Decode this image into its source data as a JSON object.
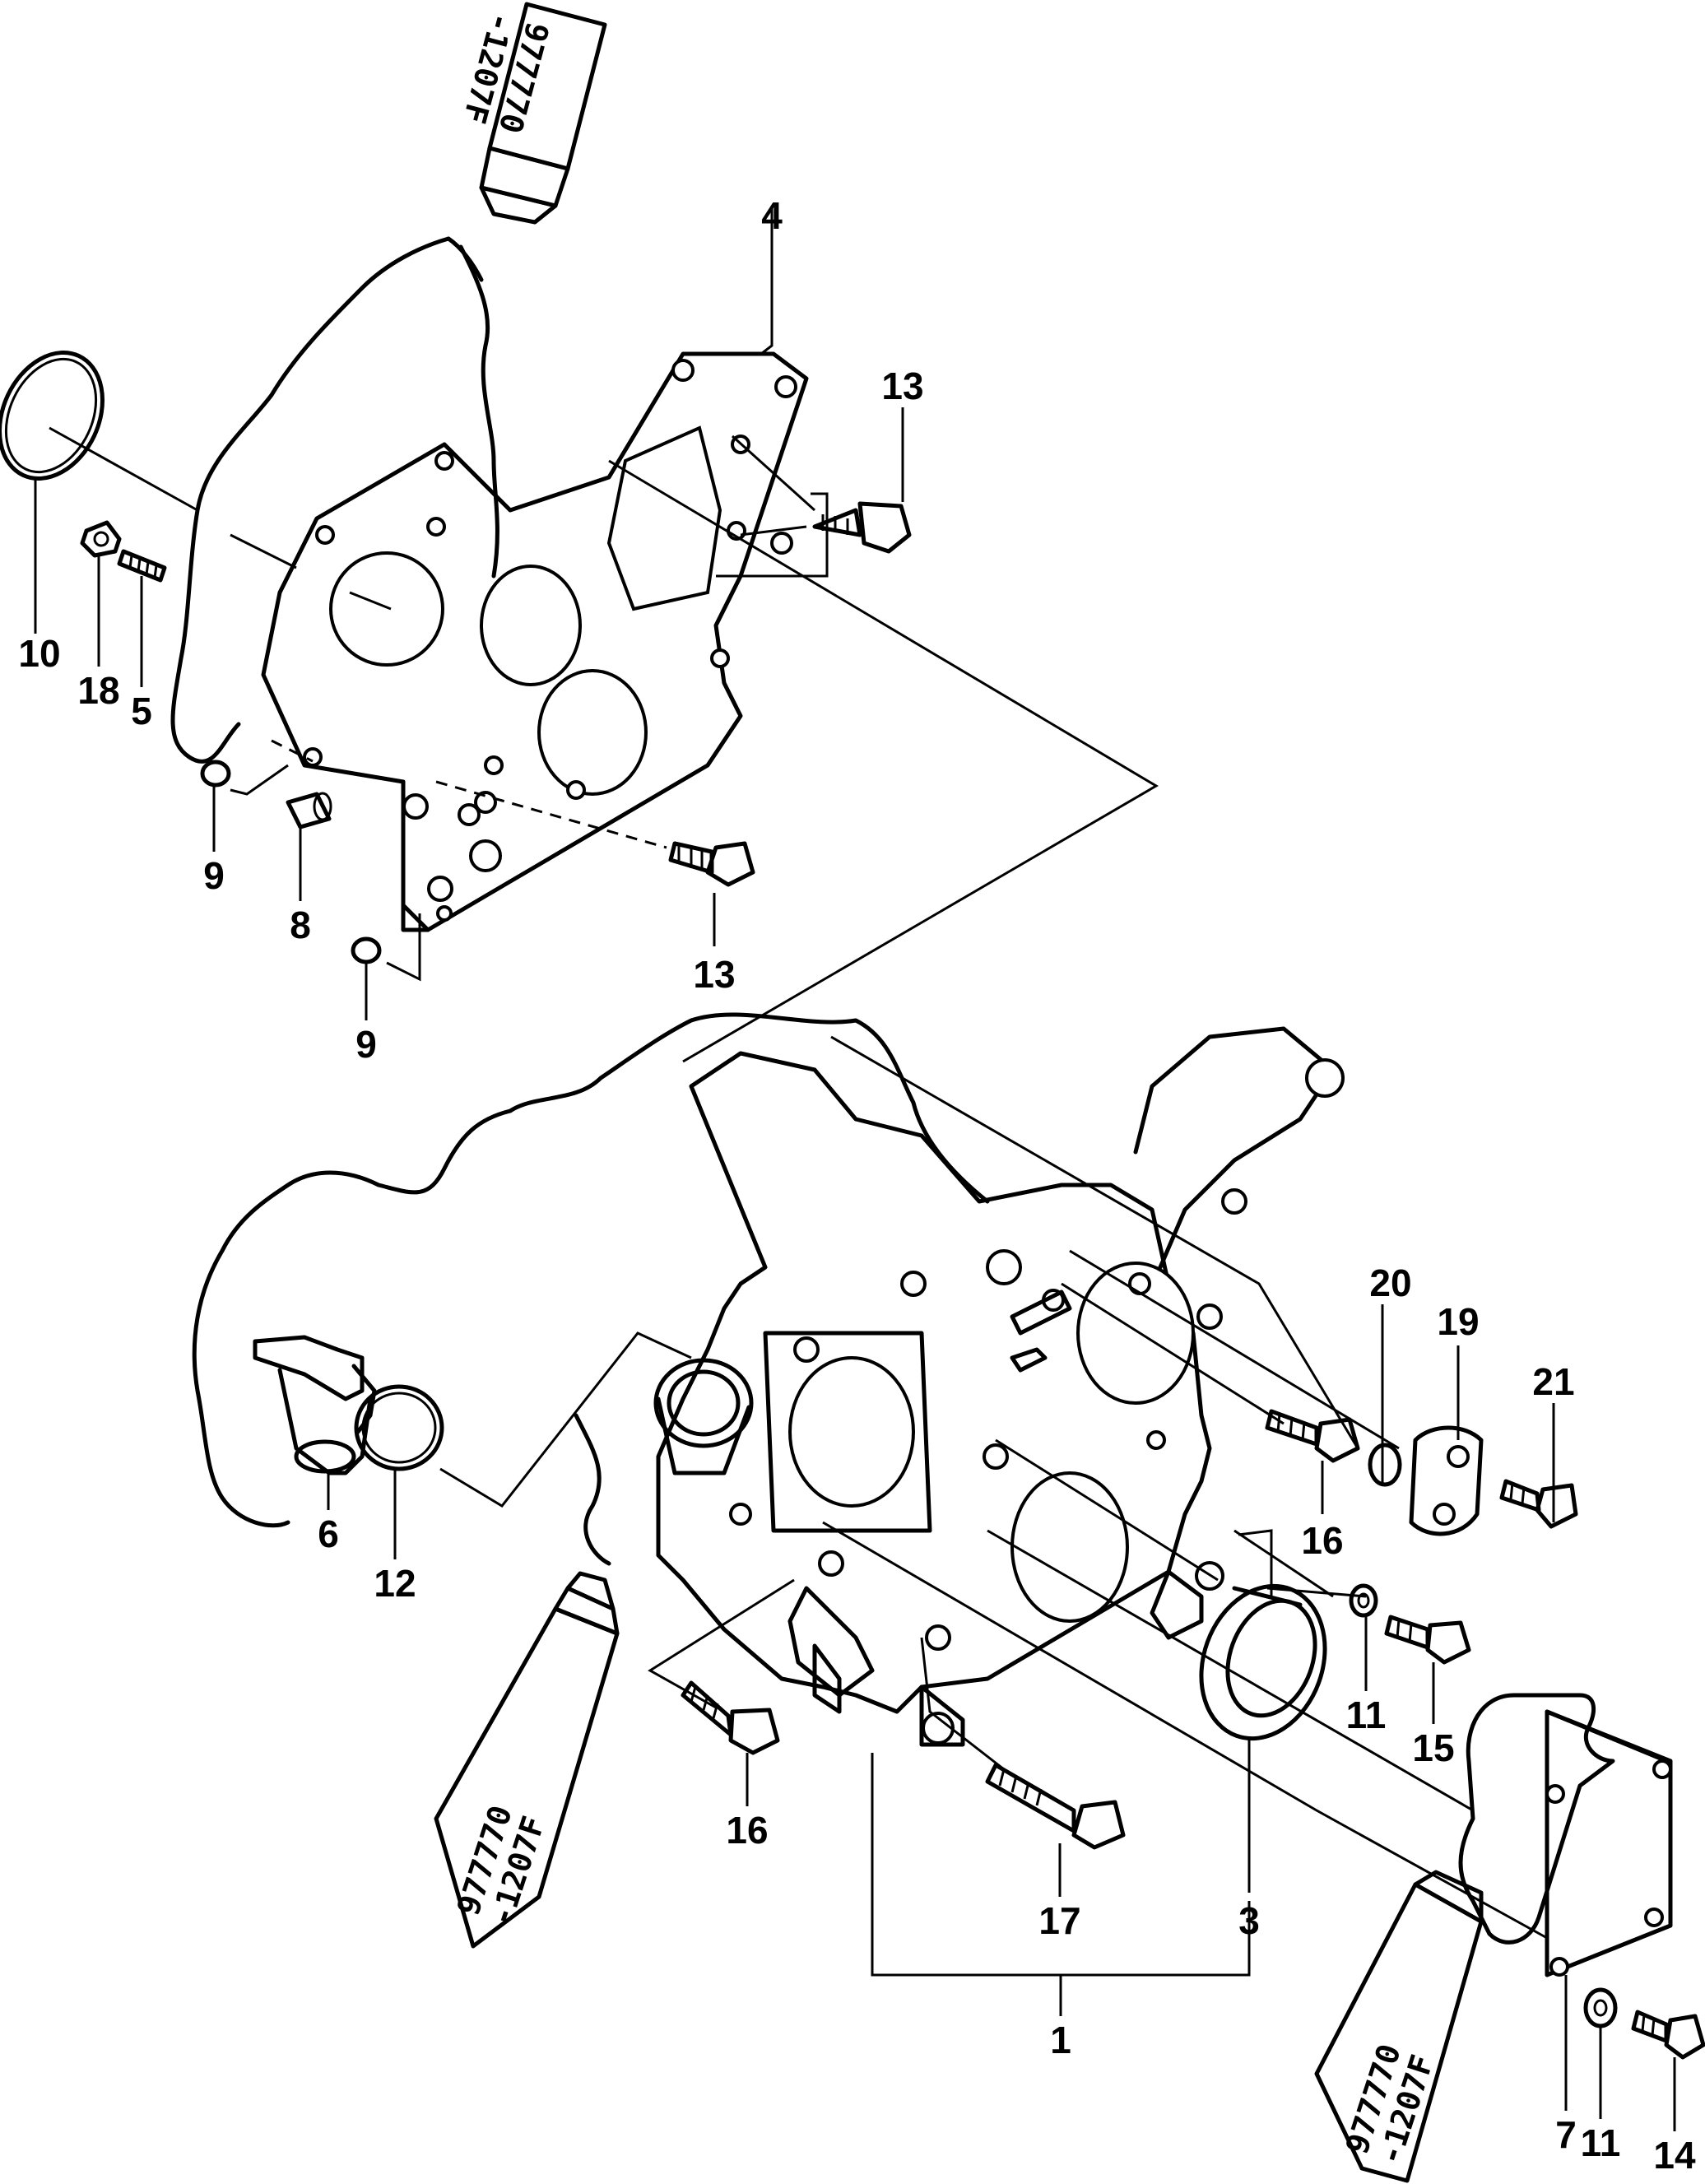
{
  "callouts": {
    "c1": "1",
    "c3": "3",
    "c4": "4",
    "c5": "5",
    "c6": "6",
    "c7": "7",
    "c8": "8",
    "c9a": "9",
    "c9b": "9",
    "c10": "10",
    "c11a": "11",
    "c11b": "11",
    "c12": "12",
    "c13a": "13",
    "c13b": "13",
    "c14": "14",
    "c15": "15",
    "c16a": "16",
    "c16b": "16",
    "c17": "17",
    "c18": "18",
    "c19": "19",
    "c20": "20",
    "c21": "21"
  },
  "sealant": {
    "line1": "977770",
    "line2": "-1207F"
  }
}
